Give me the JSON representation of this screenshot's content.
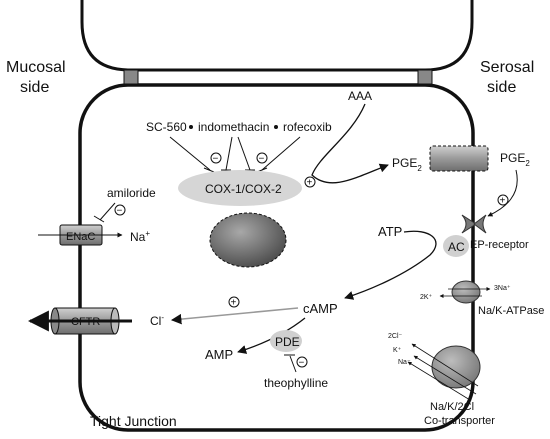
{
  "sides": {
    "mucosal_line1": "Mucosal",
    "mucosal_line2": "side",
    "serosal_line1": "Serosal",
    "serosal_line2": "side"
  },
  "inhibitors": {
    "sc560": "SC-560",
    "indomethacin": "indomethacin",
    "rofecoxib": "rofecoxib",
    "amiloride": "amiloride",
    "theophylline": "theophylline"
  },
  "enzymes": {
    "cox": "COX-1/COX-2",
    "ac": "AC",
    "pde": "PDE"
  },
  "molecules": {
    "aaa": "AAA",
    "pge2_base": "PGE",
    "pge2_sub": "2",
    "atp": "ATP",
    "camp": "cAMP",
    "amp": "AMP",
    "na_base": "Na",
    "na_sup": "+",
    "cl_base": "Cl",
    "cl_sup": "-"
  },
  "channels": {
    "enac": "ENaC",
    "cftr": "CFTR",
    "ep_receptor": "EP-receptor",
    "nak_atpase": "Na/K-ATPase",
    "cotransporter_line1": "Na/K/2Cl",
    "cotransporter_line2": "Co-transporter"
  },
  "pump_ions": {
    "three_na": "3Na⁺",
    "two_k": "2K⁺",
    "two_cl": "2Cl⁻",
    "k": "K⁺",
    "na": "Na⁻"
  },
  "tight_junction": "Tight Junction",
  "signs": {
    "minus": "−",
    "plus": "+"
  }
}
